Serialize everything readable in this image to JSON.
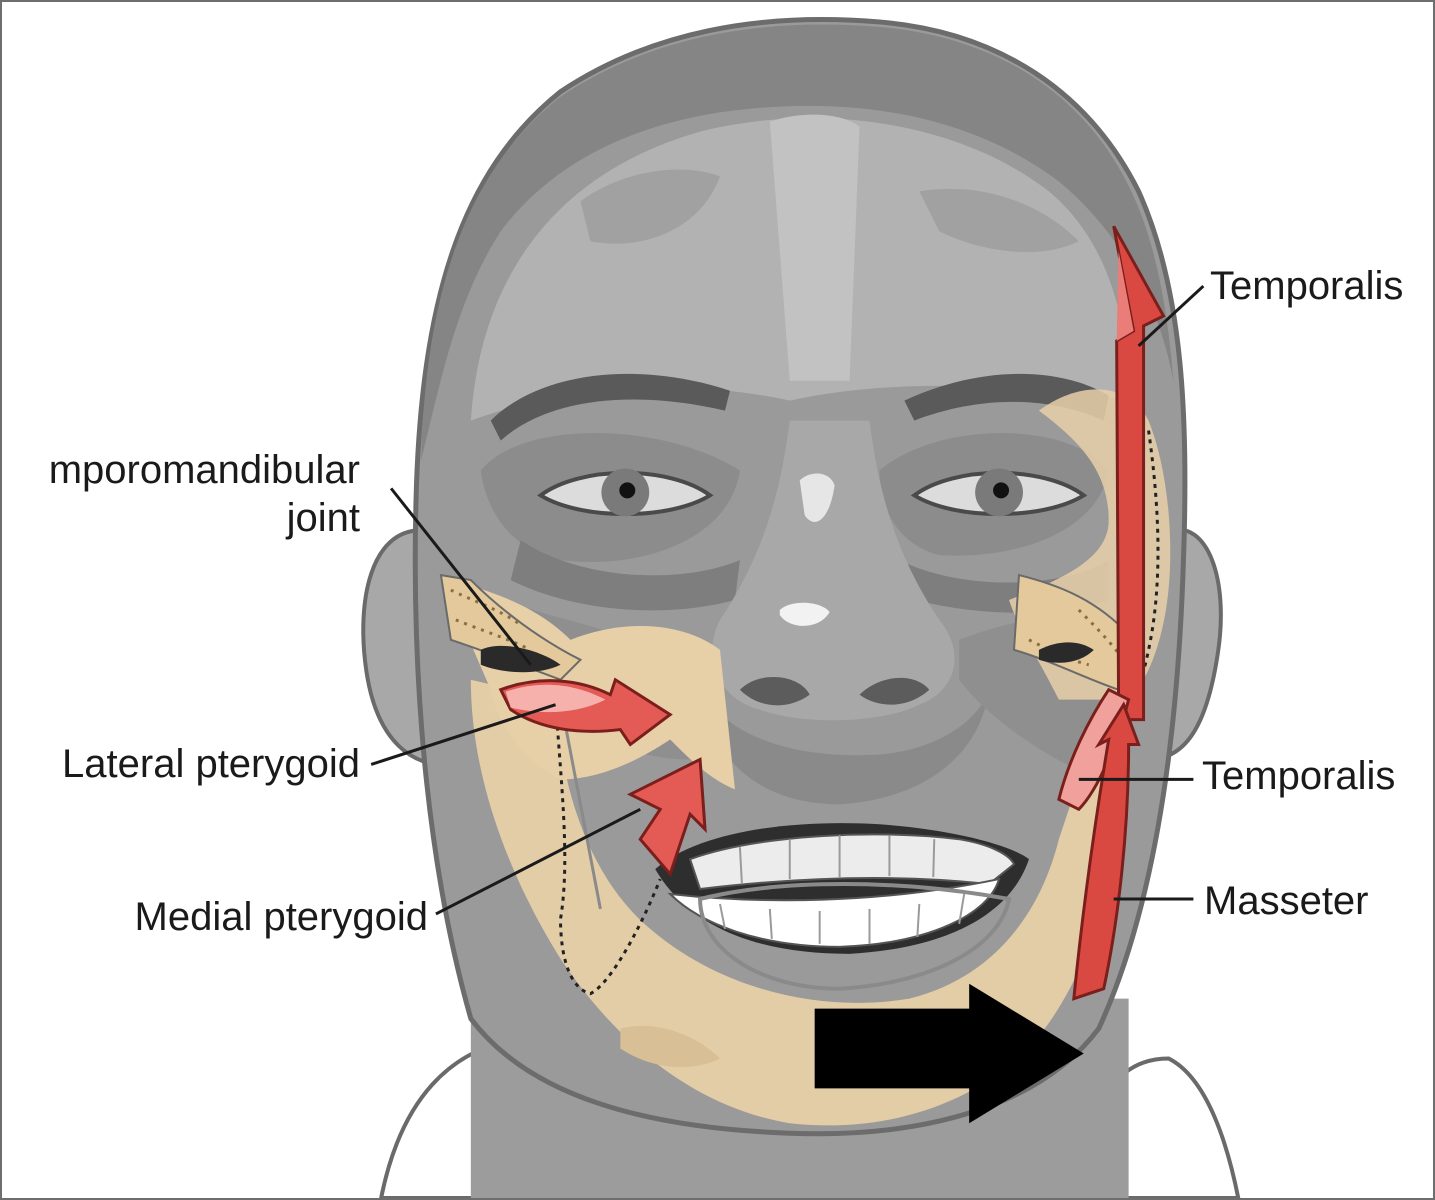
{
  "labels": {
    "temporalis_upper": "Temporalis",
    "tmj_line1": "mporomandibular",
    "tmj_line2": "joint",
    "lateral_pterygoid": "Lateral pterygoid",
    "temporalis_lower": "Temporalis",
    "masseter": "Masseter",
    "medial_pterygoid": "Medial pterygoid"
  },
  "colors": {
    "skin_dark": "#7a7a7a",
    "skin_mid": "#9a9a9a",
    "skin_light": "#b8b8b8",
    "bone": "#e9d3ac",
    "muscle_red": "#d9413c",
    "muscle_pink": "#f0a3a0",
    "movement_arrow": "#000000"
  },
  "icons": {
    "movement": "arrow-right-icon"
  }
}
